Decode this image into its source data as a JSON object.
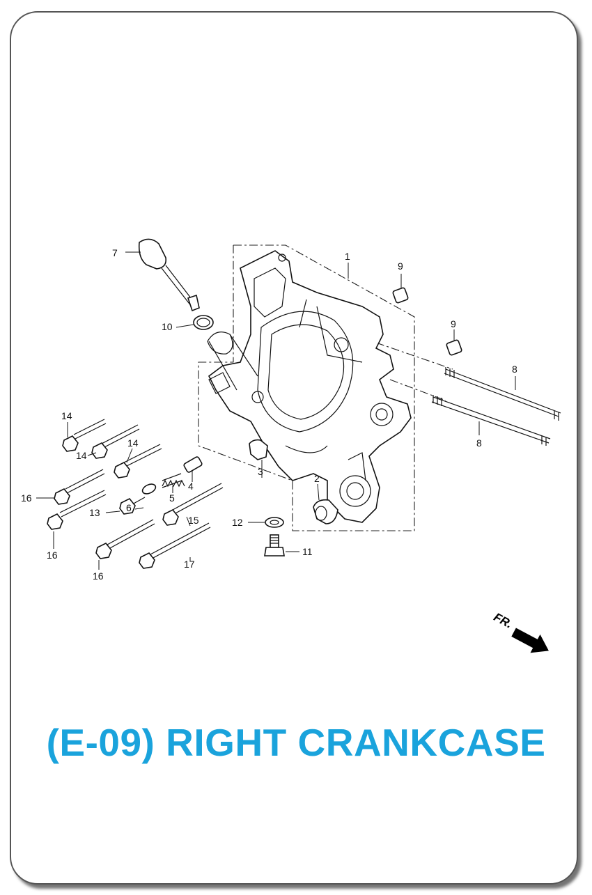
{
  "title": "(E-09) RIGHT CRANKCASE",
  "direction_marker": "FR.",
  "callouts": [
    {
      "id": "c1",
      "label": "1"
    },
    {
      "id": "c2",
      "label": "2"
    },
    {
      "id": "c3",
      "label": "3"
    },
    {
      "id": "c4",
      "label": "4"
    },
    {
      "id": "c5",
      "label": "5"
    },
    {
      "id": "c6",
      "label": "6"
    },
    {
      "id": "c7",
      "label": "7"
    },
    {
      "id": "c8a",
      "label": "8"
    },
    {
      "id": "c8b",
      "label": "8"
    },
    {
      "id": "c9a",
      "label": "9"
    },
    {
      "id": "c9b",
      "label": "9"
    },
    {
      "id": "c10",
      "label": "10"
    },
    {
      "id": "c11",
      "label": "11"
    },
    {
      "id": "c12",
      "label": "12"
    },
    {
      "id": "c13",
      "label": "13"
    },
    {
      "id": "c14a",
      "label": "14"
    },
    {
      "id": "c14b",
      "label": "14"
    },
    {
      "id": "c14c",
      "label": "14"
    },
    {
      "id": "c15",
      "label": "15"
    },
    {
      "id": "c16a",
      "label": "16"
    },
    {
      "id": "c16b",
      "label": "16"
    },
    {
      "id": "c16c",
      "label": "16"
    },
    {
      "id": "c17",
      "label": "17"
    }
  ]
}
